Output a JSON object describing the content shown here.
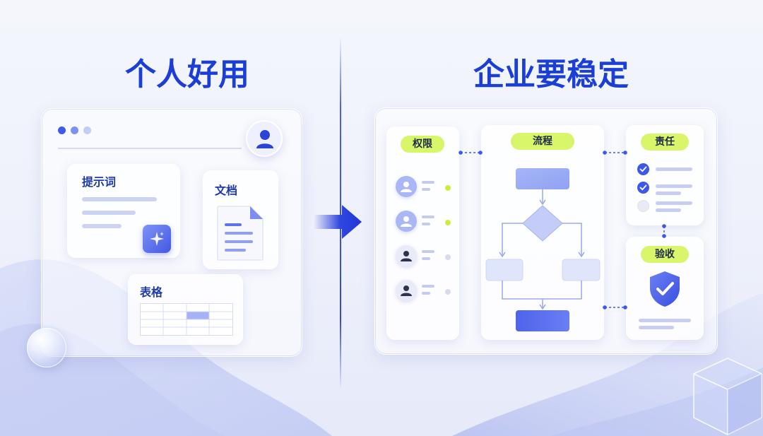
{
  "left_title": "个人好用",
  "right_title": "企业要稳定",
  "personal": {
    "window_dots": [
      "#3f5ae8",
      "#7d92f0",
      "#c3cdf6"
    ],
    "cards": {
      "prompt": "提示词",
      "document": "文档",
      "table": "表格"
    },
    "icons": [
      "avatar-icon",
      "sparkle-icon",
      "document-icon",
      "table-icon"
    ]
  },
  "enterprise": {
    "panels": {
      "permissions": "权限",
      "process": "流程",
      "responsibility": "责任",
      "acceptance": "验收"
    },
    "icons": [
      "user-icon",
      "check-icon",
      "shield-check-icon",
      "flowchart-icon"
    ]
  },
  "colors": {
    "title": "#1b3fd6",
    "accent": "#3d58e8",
    "label_pill": "#d9f66a"
  }
}
